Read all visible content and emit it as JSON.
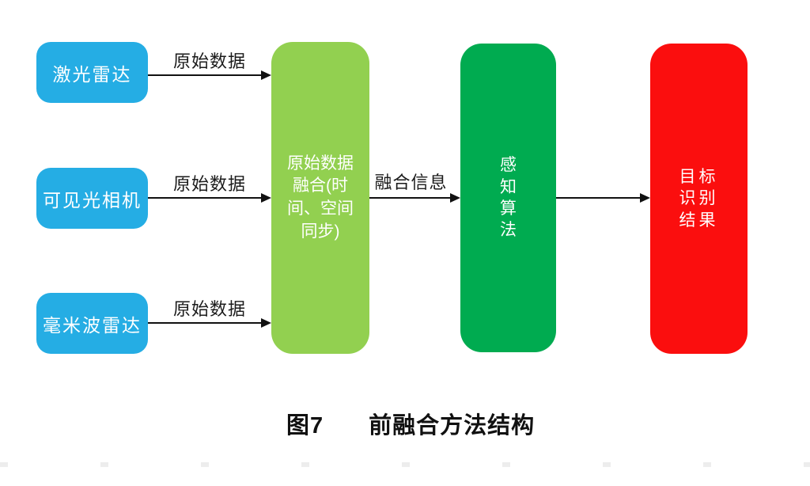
{
  "colors": {
    "source_box": "#25ade4",
    "fusion_box": "#92d050",
    "algorithm_box": "#00ab50",
    "result_box": "#fb0e0e",
    "arrow": "#111111",
    "box_text": "#ffffff",
    "label_text": "#1a1a1a"
  },
  "diagram": {
    "sources": [
      {
        "label": "激光雷达",
        "arrow_label": "原始数据"
      },
      {
        "label": "可见光相机",
        "arrow_label": "原始数据"
      },
      {
        "label": "毫米波雷达",
        "arrow_label": "原始数据"
      }
    ],
    "fusion": {
      "label": "原始数据\n融合(时\n间、空间\n同步)"
    },
    "fusion_arrow_label": "融合信息",
    "algorithm": {
      "label": "感\n知\n算\n法"
    },
    "result": {
      "label": "目标\n识别\n结果"
    }
  },
  "caption": {
    "fig_label": "图7",
    "title": "前融合方法结构"
  }
}
